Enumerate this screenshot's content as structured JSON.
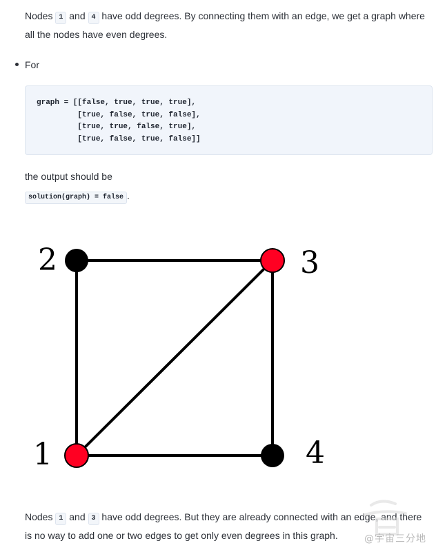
{
  "top_paragraph": {
    "prefix": "Nodes ",
    "node_a": "1",
    "middle": " and ",
    "node_b": "4",
    "suffix": " have odd degrees. By connecting them with an edge, we get a graph where all the nodes have even degrees."
  },
  "bullet": {
    "label": "For"
  },
  "code_block": {
    "lines": [
      "graph = [[false, true, true, true],",
      "         [true, false, true, false],",
      "         [true, true, false, true],",
      "         [true, false, true, false]]"
    ]
  },
  "output": {
    "label": "the output should be",
    "code": "solution(graph) = false",
    "trailing": "."
  },
  "graph": {
    "nodes": [
      {
        "label": "1",
        "color": "#ff0022"
      },
      {
        "label": "2",
        "color": "#000000"
      },
      {
        "label": "3",
        "color": "#ff0022"
      },
      {
        "label": "4",
        "color": "#000000"
      }
    ],
    "edges": [
      [
        "1",
        "2"
      ],
      [
        "2",
        "3"
      ],
      [
        "1",
        "3"
      ],
      [
        "3",
        "4"
      ],
      [
        "1",
        "4"
      ]
    ]
  },
  "bottom_paragraph": {
    "prefix": "Nodes ",
    "node_a": "1",
    "middle": " and ",
    "node_b": "3",
    "suffix": " have odd degrees. But they are already connected with an edge, and there is no way to add one or two edges to get only even degrees in this graph."
  },
  "watermark": {
    "text": "@宇宙三分地"
  }
}
